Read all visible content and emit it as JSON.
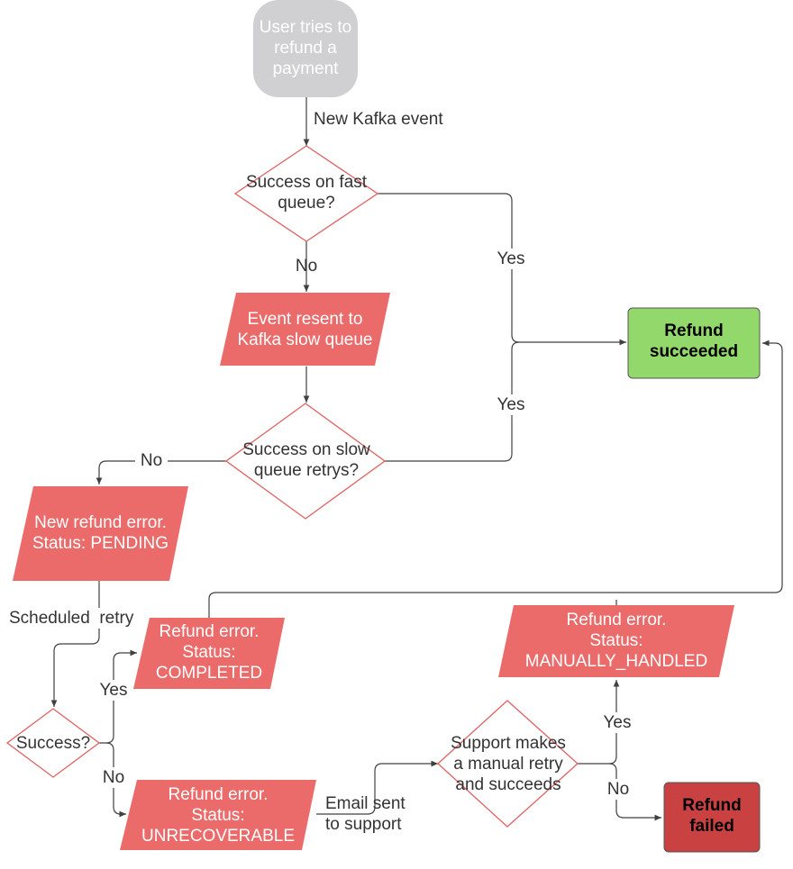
{
  "colors": {
    "start_fill": "#d0d0d2",
    "error_fill": "#eb6b6b",
    "success_fill": "#93d86b",
    "failed_fill": "#c94141",
    "decision_stroke": "#e06060",
    "line": "#404040",
    "label_text": "#333333",
    "box_text": "#ffffff"
  },
  "nodes": {
    "start": "User tries to\nrefund a\npayment",
    "fast_queue_check": "Success on fast\nqueue?",
    "resent_slow_queue": "Event resent to\nKafka slow queue",
    "slow_queue_check": "Success on slow\nqueue retrys?",
    "refund_succeeded": "Refund\nsucceeded",
    "error_pending": "New refund error.\nStatus: PENDING",
    "error_completed": "Refund error.\nStatus:\nCOMPLETED",
    "success_check": "Success?",
    "error_unrecoverable": "Refund error.\nStatus:\nUNRECOVERABLE",
    "manual_retry_check": "Support makes\na manual retry\nand succeeds",
    "error_manually_handled": "Refund error.\nStatus:\nMANUALLY_HANDLED",
    "refund_failed": "Refund\nfailed"
  },
  "edge_labels": {
    "new_kafka_event": "New Kafka event",
    "fast_no": "No",
    "fast_yes": "Yes",
    "slow_yes": "Yes",
    "slow_no": "No",
    "scheduled_retry": "Scheduled  retry",
    "success_yes": "Yes",
    "success_no": "No",
    "email_sent": "Email sent\nto support",
    "manual_yes": "Yes",
    "manual_no": "No"
  }
}
